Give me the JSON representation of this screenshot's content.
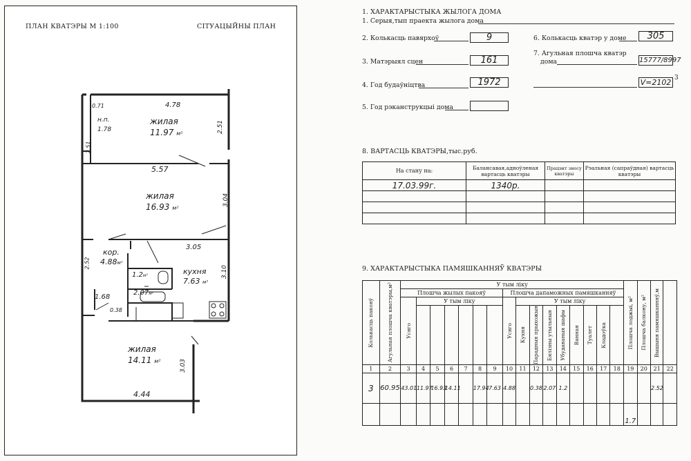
{
  "plan": {
    "title": "ПЛАН КВАТЭРЫ М 1:100",
    "situ": "СІТУАЦЫЙНЫ ПЛАН",
    "labels": {
      "d478": "4.78",
      "d071": "0.71",
      "np": "н.п.",
      "d178": "1.78",
      "d251a": "2.51",
      "d251b": "2.51",
      "r1": "жилая",
      "r1a": "11.97",
      "d557": "5.57",
      "r2": "жилая",
      "r2a": "16.93",
      "d304": "3.04",
      "kor": "кор.",
      "kora": "4.88",
      "d252": "2.52",
      "d305": "3.05",
      "kux": "кухня",
      "kuxa": "7.63",
      "d310": "3.10",
      "d12": "1.2",
      "d207": "2.07",
      "d168": "1.68",
      "d038": "0.38",
      "r3": "жилая",
      "r3a": "14.11",
      "d303": "3.03",
      "d444": "4.44",
      "m2": "м²"
    }
  },
  "section1": {
    "title": "1. ХАРАКТАРЫСТЫКА ЖЫЛОГА ДОМА",
    "series": "1. Серыя,тып праекта жылога дома",
    "floors_label": "2. Колькасць павярхоў",
    "floors_value": "9",
    "walls_label": "3. Матэрыял сцен",
    "walls_value": "161",
    "built_label": "4. Год будаўніцтва",
    "built_value": "1972",
    "recon_label": "5. Год рэканструкцыі дома",
    "recon_value": "",
    "flats_label": "6. Колькасць кватэр у доме",
    "flats_value": "305",
    "area_label1": "7. Агульная плошча кватэр",
    "area_label2": "дома",
    "area_value": "15777/8997",
    "vol_value": "V=2102",
    "vol_sup": "3"
  },
  "section8": {
    "title": "8. ВАРТАСЦЬ КВАТЭРЫ,тыс.руб.",
    "h1": "На стану на:",
    "h2": "Балансавая,адноўленая вартасць кватэры",
    "h3": "Працэнт зносу кватэры",
    "h4": "Рэальная (сапраўдная) вартасць кватэры",
    "date": "17.03.99г.",
    "value": "1340р."
  },
  "section9": {
    "title": "9. ХАРАКТАРЫСТЫКА ПАМЯШКАННЯЎ КВАТЭРЫ",
    "h_rooms": "Колькасць пакояў",
    "h_total": "Агульная плошча кватэры,м²",
    "h_intotal": "У тым ліку",
    "h_living": "Плошча жылых пакояў",
    "h_aux": "Плошча дапаможных памяшканняў",
    "h_inc": "У тым ліку",
    "h_all": "Усяго",
    "aux_cols": [
      "Кухня",
      "Парадныя прыхожыя",
      "Бялізны утыльныя",
      "Убудаваныя шафы",
      "Ванная",
      "Туалет",
      "Кладоўка"
    ],
    "h_loggia": "Плошча лоджыі, м²",
    "h_balcony": "Плошча балкону, м²",
    "h_height": "Вышыня памяшканняў,м",
    "col_numbers": [
      "1",
      "2",
      "3",
      "4",
      "5",
      "6",
      "7",
      "8",
      "9",
      "10",
      "11",
      "12",
      "13",
      "14",
      "15",
      "16",
      "17",
      "18",
      "19",
      "20",
      "21",
      "22"
    ],
    "row": [
      "3",
      "60.95",
      "43.01",
      "11.97",
      "16.93",
      "14.11",
      "",
      "17.94",
      "7.63",
      "4.88",
      "",
      "0.38",
      "2.07",
      "1.2",
      "",
      "",
      "",
      "",
      "",
      "",
      "2.52",
      ""
    ],
    "loggia_value": "1.7"
  }
}
